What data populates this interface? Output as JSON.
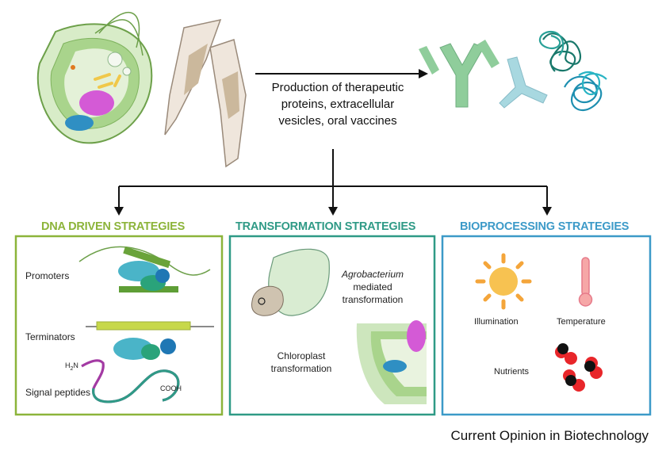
{
  "production": {
    "line1": "Production of therapeutic",
    "line2": "proteins, extracellular",
    "line3": "vesicles, oral vaccines"
  },
  "sections": {
    "dna": {
      "title": "DNA DRIVEN STRATEGIES",
      "color": "#8cb43a",
      "promoters": "Promoters",
      "terminators": "Terminators",
      "signal_peptides": "Signal peptides",
      "h2n": "H",
      "h2n_sub": "2",
      "h2n_end": "N",
      "cooh": "COOH"
    },
    "transformation": {
      "title": "TRANSFORMATION STRATEGIES",
      "color": "#2f9a86",
      "agro_italic": "Agrobacterium",
      "agro_line2": "mediated",
      "agro_line3": "transformation",
      "chloro_line1": "Chloroplast",
      "chloro_line2": "transformation"
    },
    "bioprocessing": {
      "title": "BIOPROCESSING STRATEGIES",
      "color": "#3c9ac8",
      "illumination": "Illumination",
      "temperature": "Temperature",
      "nutrients": "Nutrients"
    }
  },
  "credit": "Current Opinion in Biotechnology",
  "icons": [
    "algal-cell-icon",
    "diatom-icon",
    "antibody-icon",
    "protein-structure-icon",
    "sun-icon",
    "thermometer-icon",
    "nutrient-molecules-icon"
  ]
}
